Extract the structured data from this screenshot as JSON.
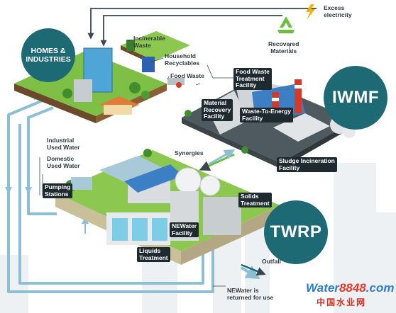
{
  "nodes": {
    "homes": "HOMES &\nINDUSTRIES",
    "iwmf": "IWMF",
    "twrp": "TWRP"
  },
  "labels": {
    "excess_electricity": "Excess\nelectricity",
    "recovered_materials": "Recovered\nMaterials",
    "incinerable_waste": "Incinerable\nWaste",
    "household_recyclables": "Household\nRecyclables",
    "food_waste": "Food Waste",
    "food_waste_treatment": "Food Waste\nTreatment\nFacility",
    "material_recovery": "Material\nRecovery\nFacility",
    "waste_to_energy": "Waste-To-Energy\nFacility",
    "sludge_incineration": "Sludge Incineration\nFacility",
    "synergies": "Synergies",
    "industrial_used_water": "Industrial\nUsed Water",
    "domestic_used_water": "Domestic\nUsed Water",
    "pumping_stations": "Pumping\nStations",
    "solids_treatment": "Solids\nTreatment",
    "newater_facility": "NEWater\nFacility",
    "liquids_treatment": "Liquids\nTreatment",
    "outfall": "Outfall",
    "newater_returned": "NEWater is\nreturned for use"
  },
  "brand": {
    "water": "Water",
    "num": "8848",
    "dotcom": ".com",
    "cn": "中国水业网"
  },
  "colors": {
    "teal": "#1d6a74",
    "pipe": "#8cbfd3",
    "flow_arrow": "#7a8a96",
    "grass": "#7ebf45",
    "brand_blue": "#2b7fd1",
    "brand_red": "#e43a2b"
  }
}
